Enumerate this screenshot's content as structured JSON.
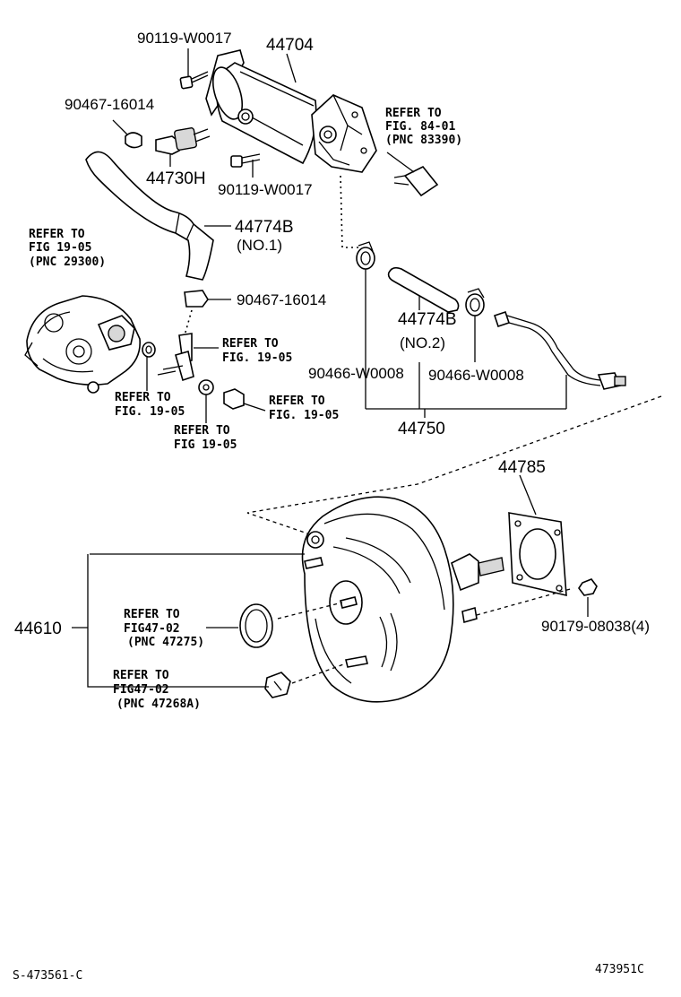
{
  "labels": {
    "p_90119_top": "90119-W0017",
    "p_44704": "44704",
    "p_90467_top": "90467-16014",
    "p_44730H": "44730H",
    "p_90119_bottom": "90119-W0017",
    "p_44774B_1": "44774B",
    "no1": "(NO.1)",
    "p_90467_mid": "90467-16014",
    "p_44774B_2": "44774B",
    "no2": "(NO.2)",
    "p_90466_left": "90466-W0008",
    "p_90466_right": "90466-W0008",
    "p_44750": "44750",
    "p_44785": "44785",
    "p_90179": "90179-08038(4)",
    "p_44610": "44610"
  },
  "refs": {
    "r84_1": "REFER TO",
    "r84_2": "FIG. 84-01",
    "r84_3": "(PNC 83390)",
    "r1905a_1": "REFER TO",
    "r1905a_2": "FIG 19-05",
    "r1905a_3": "(PNC 29300)",
    "r1905b_1": "REFER TO",
    "r1905b_2": "FIG. 19-05",
    "r1905c_1": "REFER TO",
    "r1905c_2": "FIG. 19-05",
    "r1905d_1": "REFER TO",
    "r1905d_2": "FIG 19-05",
    "r1905e_1": "REFER TO",
    "r1905e_2": "FIG. 19-05",
    "r4702a_1": "REFER TO",
    "r4702a_2": "FIG47-02",
    "r4702a_3": "(PNC 47275)",
    "r4702b_1": "REFER TO",
    "r4702b_2": "FIG47-02",
    "r4702b_3": "(PNC 47268A)"
  },
  "footer": {
    "left": "S-473561-C",
    "right": "473951C"
  }
}
